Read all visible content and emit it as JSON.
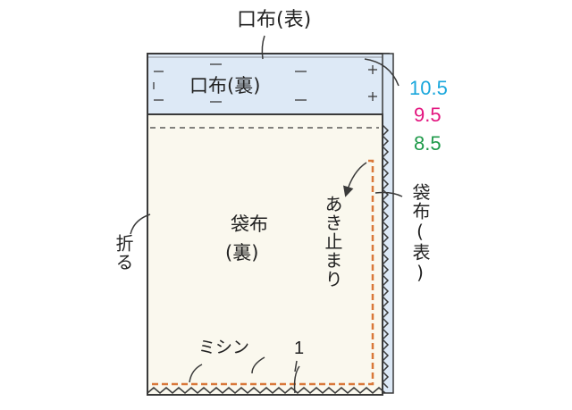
{
  "labels": {
    "top_facing": "口布(表)",
    "inner_facing": "口布(裏)",
    "pocket_back": "袋布",
    "pocket_back_sub": "(裏)",
    "opening_stop": "あき止まり",
    "pocket_front": "袋布(表)",
    "fold": "折る",
    "stitch": "ミシン",
    "stitch_width": "1"
  },
  "measures": [
    {
      "value": "10.5",
      "color": "#1aa7dc"
    },
    {
      "value": "9.5",
      "color": "#e3147f"
    },
    {
      "value": "8.5",
      "color": "#1f9a4a"
    }
  ],
  "colors": {
    "facing_fill": "#dde9f6",
    "pocket_fill": "#faf8ee",
    "stitch_line": "#d9783a",
    "outline": "#3a3a3a"
  }
}
